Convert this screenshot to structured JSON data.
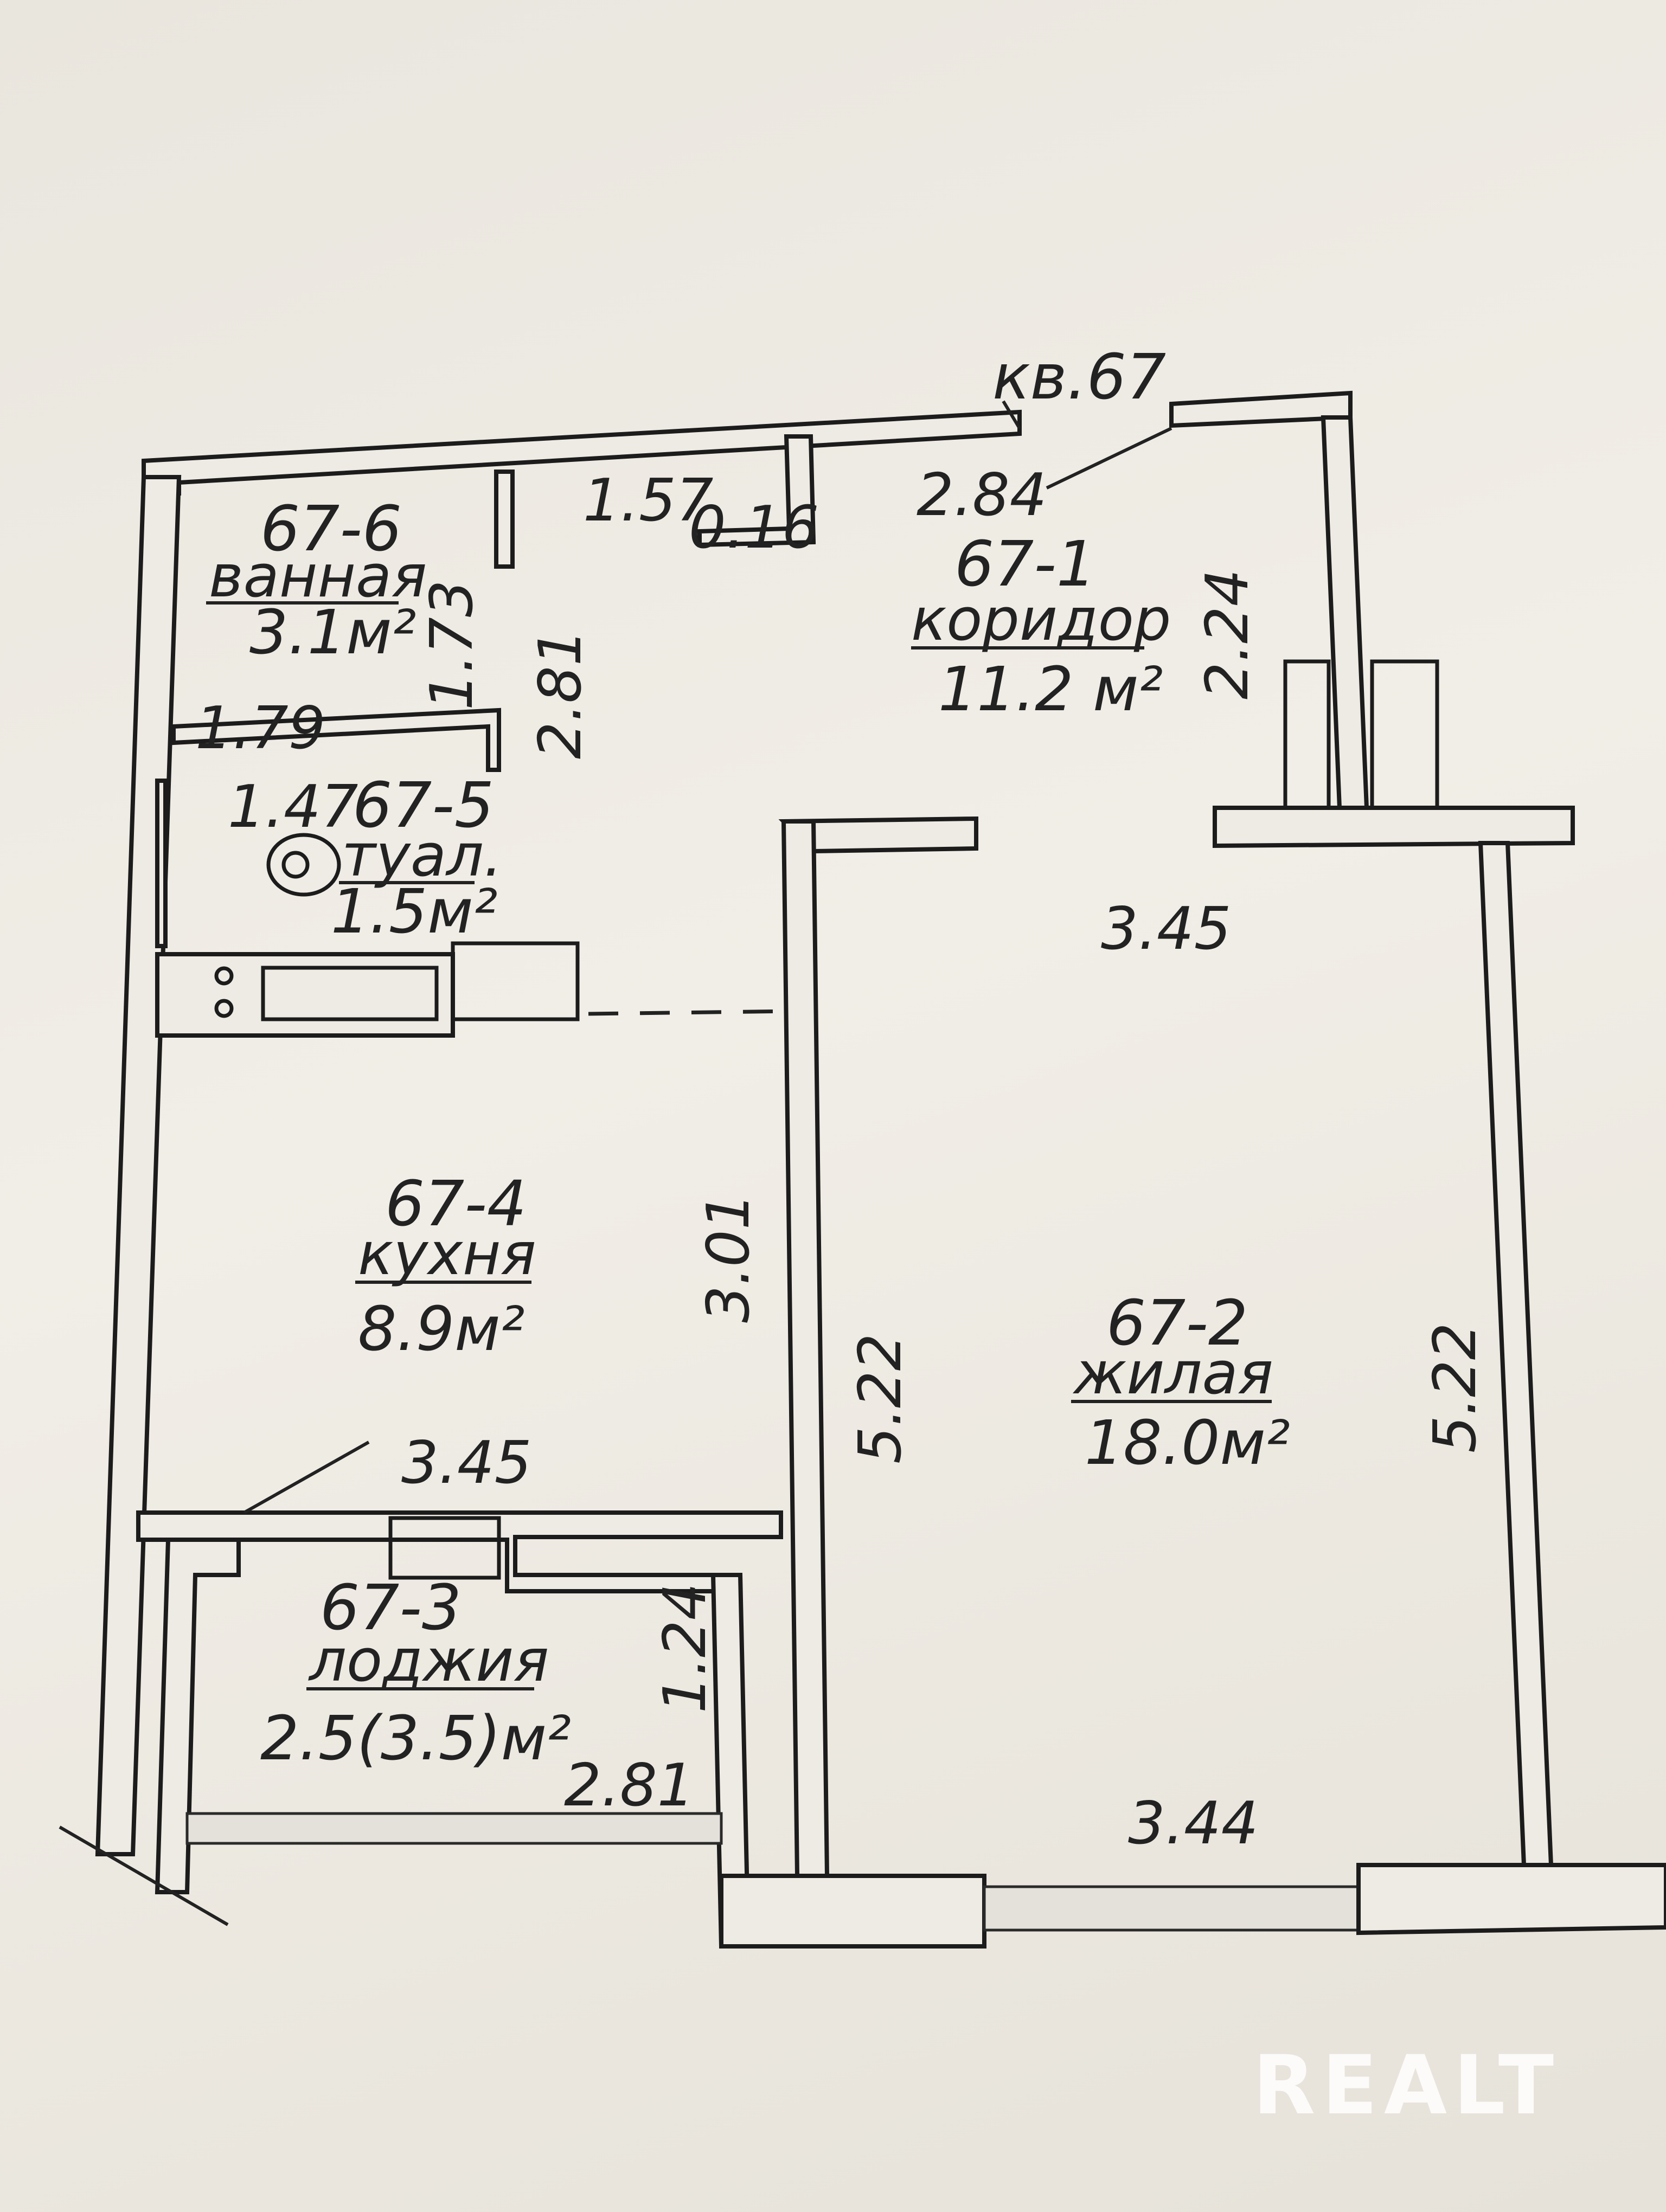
{
  "apartment_label": "кв.67",
  "rooms": [
    {
      "key": "corridor",
      "id": "67-1",
      "name": "коридор",
      "area": "11.2 м²"
    },
    {
      "key": "living",
      "id": "67-2",
      "name": "жилая",
      "area": "18.0м²"
    },
    {
      "key": "loggia",
      "id": "67-3",
      "name": "лоджия",
      "area": "2.5(3.5)м²"
    },
    {
      "key": "kitchen",
      "id": "67-4",
      "name": "кухня",
      "area": "8.9м²"
    },
    {
      "key": "toilet",
      "id": "67-5",
      "name": "туал.",
      "area": "1.5м²"
    },
    {
      "key": "bath",
      "id": "67-6",
      "name": "ванная",
      "area": "3.1м²"
    }
  ],
  "dimensions": {
    "d_157": "1.57",
    "d_016": "0.16",
    "d_284": "2.84",
    "d_224": "2.24",
    "d_173": "1.73",
    "d_179": "1.79",
    "d_281_top": "2.81",
    "d_147": "1.47",
    "d_345_corr": "3.45",
    "d_301": "3.01",
    "d_522_left": "5.22",
    "d_522_right": "5.22",
    "d_345_kitchen": "3.45",
    "d_124": "1.24",
    "d_281_loggia": "2.81",
    "d_344": "3.44"
  },
  "watermark": "REALT"
}
